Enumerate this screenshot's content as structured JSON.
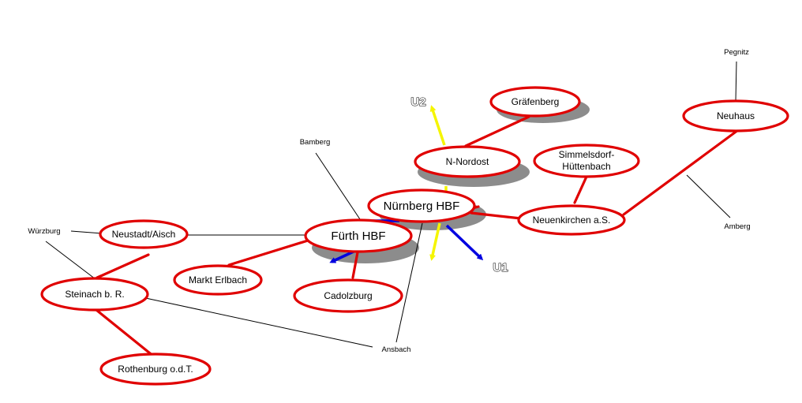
{
  "diagram": {
    "stations": {
      "nuernberg": "Nürnberg HBF",
      "fuerth": "Fürth HBF",
      "nordost": "N-Nordost",
      "graefenberg": "Gräfenberg",
      "simmelsdorf_1": "Simmelsdorf-",
      "simmelsdorf_2": "Hüttenbach",
      "neuenkirchen": "Neuenkirchen a.S.",
      "neuhaus": "Neuhaus",
      "neustadt": "Neustadt/Aisch",
      "markt_erlbach": "Markt Erlbach",
      "cadolzburg": "Cadolzburg",
      "steinach": "Steinach b. R.",
      "rothenburg": "Rothenburg o.d.T."
    },
    "external_destinations": {
      "pegnitz": "Pegnitz",
      "bamberg": "Bamberg",
      "wuerzburg": "Würzburg",
      "amberg": "Amberg",
      "ansbach": "Ansbach"
    },
    "ubahn": {
      "u1": "U1",
      "u2": "U2"
    },
    "colors": {
      "rail": "#e00000",
      "u1": "#0000e0",
      "u2": "#f5f500",
      "shadow": "#8c8c8c"
    }
  }
}
